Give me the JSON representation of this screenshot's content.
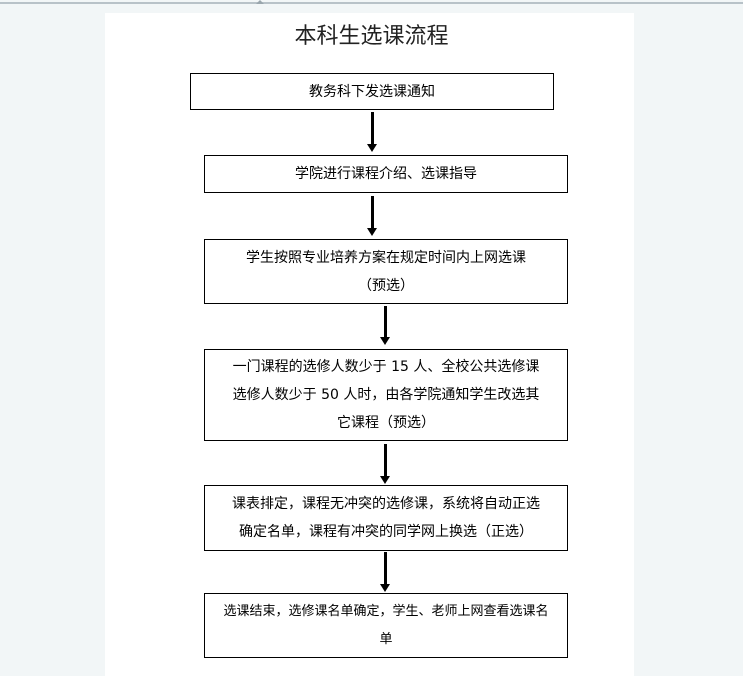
{
  "title": "本科生选课流程",
  "steps": [
    {
      "lines": [
        "教务科下发选课通知"
      ]
    },
    {
      "lines": [
        "学院进行课程介绍、选课指导"
      ]
    },
    {
      "lines": [
        "学生按照专业培养方案在规定时间内上网选课",
        "（预选）"
      ]
    },
    {
      "lines": [
        "一门课程的选修人数少于 15 人、全校公共选修课",
        "选修人数少于 50 人时，由各学院通知学生改选其",
        "它课程（预选）"
      ]
    },
    {
      "lines": [
        "课表排定，课程无冲突的选修课，系统将自动正选",
        "确定名单，课程有冲突的同学网上换选（正选）"
      ]
    },
    {
      "lines": [
        "选课结束，选修课名单确定，学生、老师上网查看选课名",
        "单"
      ]
    }
  ]
}
